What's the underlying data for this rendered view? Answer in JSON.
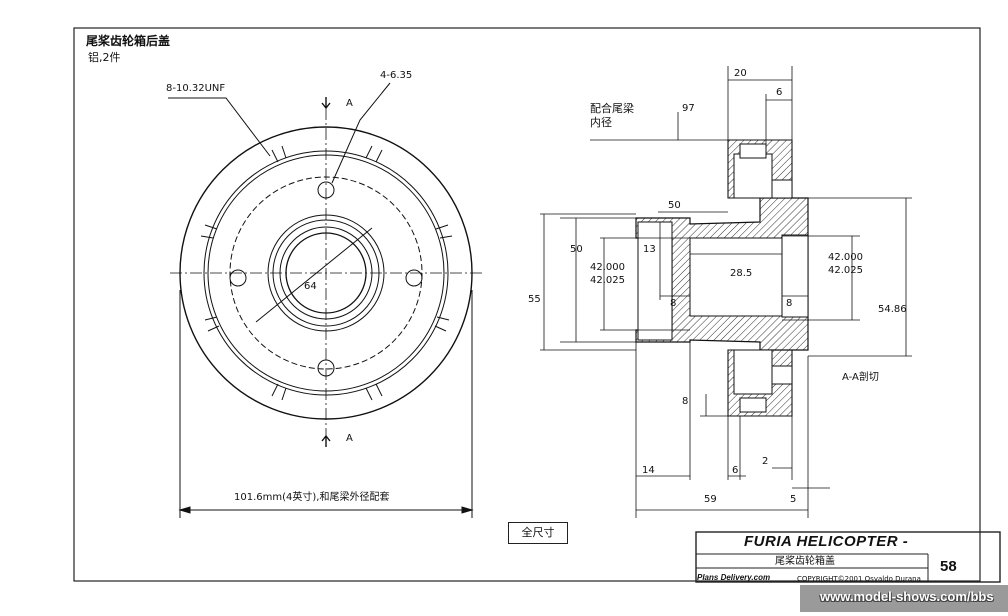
{
  "drawing": {
    "title": "尾桨齿轮箱后盖",
    "material": "铝,2件",
    "full_scale_label": "全尺寸"
  },
  "front_view": {
    "thread_callout": "8-10.32UNF",
    "hole_callout": "4-6.35",
    "bore_dim": "64",
    "section_mark": "A",
    "width_dim": "101.6mm(4英寸),和尾梁外径配套"
  },
  "section_view": {
    "label": "A-A剖切",
    "boom_note_line1": "配合尾梁",
    "boom_note_line2": "内径",
    "dims": {
      "d97": "97",
      "d20": "20",
      "d6_top": "6",
      "d50_top": "50",
      "d50_left": "50",
      "d55": "55",
      "d13": "13",
      "d42000_l": "42.000",
      "d42025_l": "42.025",
      "d28_5": "28.5",
      "d42000_r": "42.000",
      "d42025_r": "42.025",
      "d54_86": "54.86",
      "d8_a": "8",
      "d8_b": "8",
      "d8_c": "8",
      "d14": "14",
      "d6_bot": "6",
      "d2": "2",
      "d59": "59",
      "d5": "5"
    }
  },
  "title_block": {
    "brand": "FURIA HELICOPTER -",
    "subtitle": "尾桨齿轮箱盖",
    "site": "Plans Delivery.com",
    "copyright": "COPYRIGHT©2001 Osvaldo Durana",
    "page": "58"
  },
  "watermark": "www.model-shows.com/bbs",
  "colors": {
    "ink": "#111111",
    "hatch": "#333333",
    "paper": "#ffffff"
  }
}
